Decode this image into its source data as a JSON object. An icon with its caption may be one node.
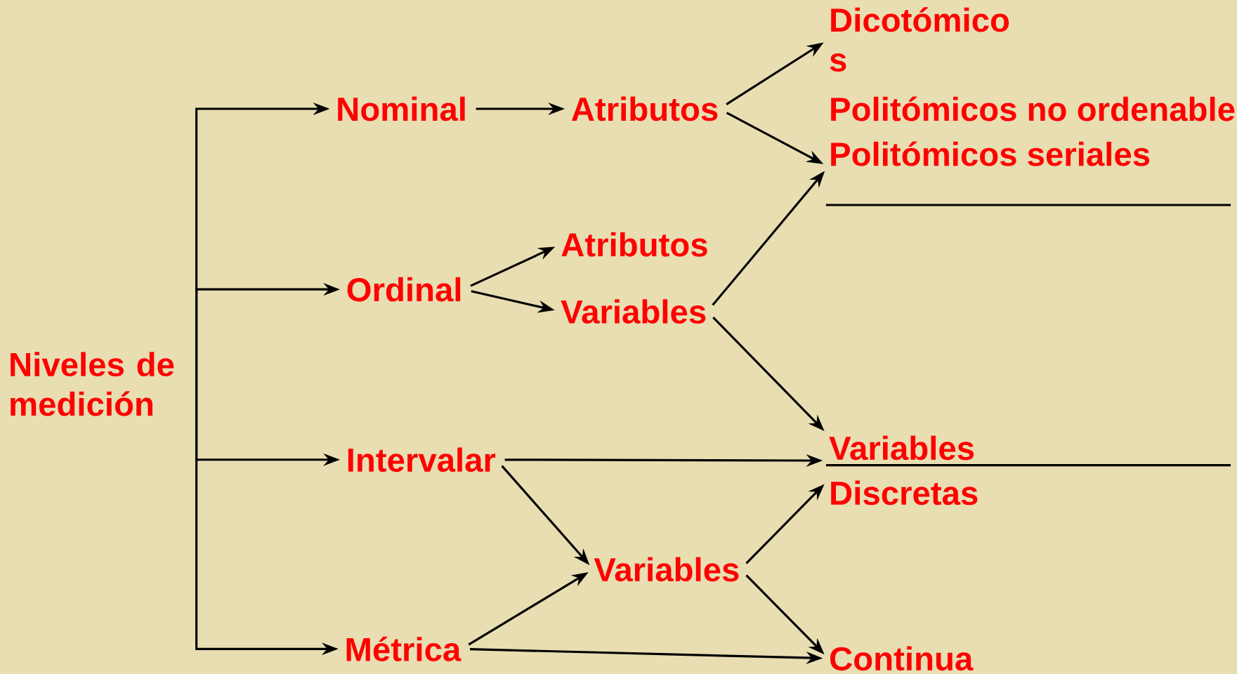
{
  "diagram": {
    "nodes": [
      {
        "text": [
          "Niveles de medición"
        ]
      },
      {
        "text": [
          "Nominal"
        ]
      },
      {
        "text": [
          "Ordinal"
        ]
      },
      {
        "text": [
          "Intervalar"
        ]
      },
      {
        "text": [
          "Métrica"
        ]
      },
      {
        "text": [
          "Atributos"
        ]
      },
      {
        "text": [
          "Atributos"
        ]
      },
      {
        "text": [
          "Variables"
        ]
      },
      {
        "text": [
          "Variables"
        ]
      },
      {
        "text": [
          "Dicotómico s"
        ]
      },
      {
        "text": [
          "Politómicos no ordenable"
        ]
      },
      {
        "text": [
          "Politómicos seriales"
        ]
      },
      {
        "text": [
          "Variables"
        ]
      },
      {
        "text": [
          "Discretas"
        ]
      },
      {
        "text": [
          "Continua"
        ]
      }
    ],
    "edges": [
      {
        "from": 0,
        "to": 1,
        "arrow": "to"
      },
      {
        "from": 0,
        "to": 2,
        "arrow": "to"
      },
      {
        "from": 0,
        "to": 3,
        "arrow": "to"
      },
      {
        "from": 0,
        "to": 4,
        "arrow": "to"
      },
      {
        "from": 1,
        "to": 5,
        "arrow": "to"
      },
      {
        "from": 5,
        "to": 9,
        "arrow": "to"
      },
      {
        "from": 5,
        "to": 11,
        "arrow": "to"
      },
      {
        "from": 2,
        "to": 6,
        "arrow": "to"
      },
      {
        "from": 2,
        "to": 7,
        "arrow": "to"
      },
      {
        "from": 7,
        "to": 11,
        "arrow": "to"
      },
      {
        "from": 7,
        "to": 12,
        "arrow": "to"
      },
      {
        "from": 3,
        "to": 12,
        "arrow": "to"
      },
      {
        "from": 3,
        "to": 8,
        "arrow": "to"
      },
      {
        "from": 4,
        "to": 8,
        "arrow": "to"
      },
      {
        "from": 4,
        "to": 14,
        "arrow": "to"
      },
      {
        "from": 8,
        "to": 13,
        "arrow": "to"
      },
      {
        "from": 8,
        "to": 14,
        "arrow": "to"
      }
    ]
  }
}
